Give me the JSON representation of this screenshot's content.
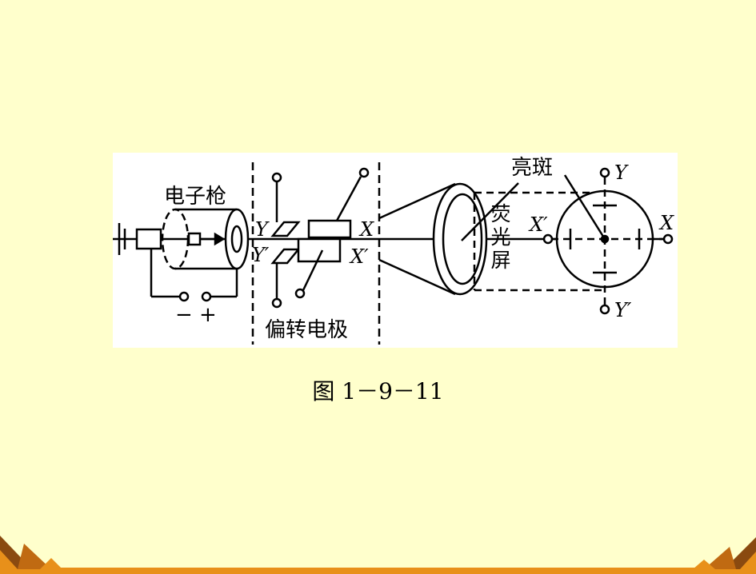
{
  "diagram": {
    "labels": {
      "electron_gun": "电子枪",
      "deflection_electrodes": "偏转电极",
      "bright_spot": "亮斑",
      "screen": "荧光屏",
      "minus": "−",
      "plus": "+",
      "y": "Y",
      "y_prime": "Y′",
      "x": "X",
      "x_prime": "X′"
    }
  },
  "caption": "图 1－9－11",
  "colors": {
    "background": "#FFFFCC",
    "panel": "#FFFFFF",
    "ink": "#000000",
    "footer_orange": "#E8901A",
    "footer_brown": "#8A4A10"
  }
}
